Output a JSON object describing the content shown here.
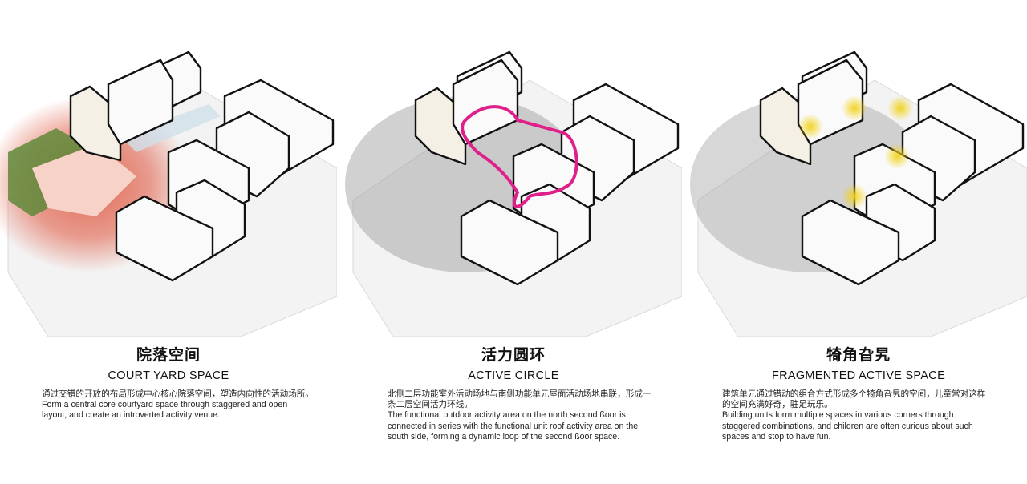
{
  "panels": [
    {
      "title_cn": "院落空间",
      "title_en": "COURT YARD SPACE",
      "desc_cn": "通过交错的开放的布局形成中心核心院落空间，塑造内向性的活动场所。",
      "desc_en": [
        "Form a central core courtyard space through staggered and open",
        "layout, and create an introverted activity venue."
      ]
    },
    {
      "title_cn": "活力圆环",
      "title_en": "ACTIVE CIRCLE",
      "desc_cn": "北侧二层功能室外活动场地与南侧功能单元屋面活动场地串联，形成一",
      "desc_cn2": "条二层空间活力环线。",
      "desc_en": [
        "The functional outdoor activity area on the north second ßoor is",
        "connected in series with the functional unit roof activity area on the",
        "south side, forming a dynamic loop of the second ßoor space."
      ]
    },
    {
      "title_cn": "犄角旮旯",
      "title_en": "FRAGMENTED ACTIVE SPACE",
      "desc_cn": "建筑单元通过错动的组合方式形成多个犄角旮旯的空间，儿童常对这样",
      "desc_cn2": "的空间充满好奇，驻足玩乐。",
      "desc_en": [
        "Building units form multiple spaces in various corners through",
        "staggered combinations, and children are often curious about such",
        "spaces and stop to have fun."
      ]
    }
  ],
  "colors": {
    "courtyard_red": "#e0604a",
    "courtyard_green": "#5f8a3a",
    "loop_magenta": "#e0208a",
    "spot_yellow": "#f2d21a"
  }
}
